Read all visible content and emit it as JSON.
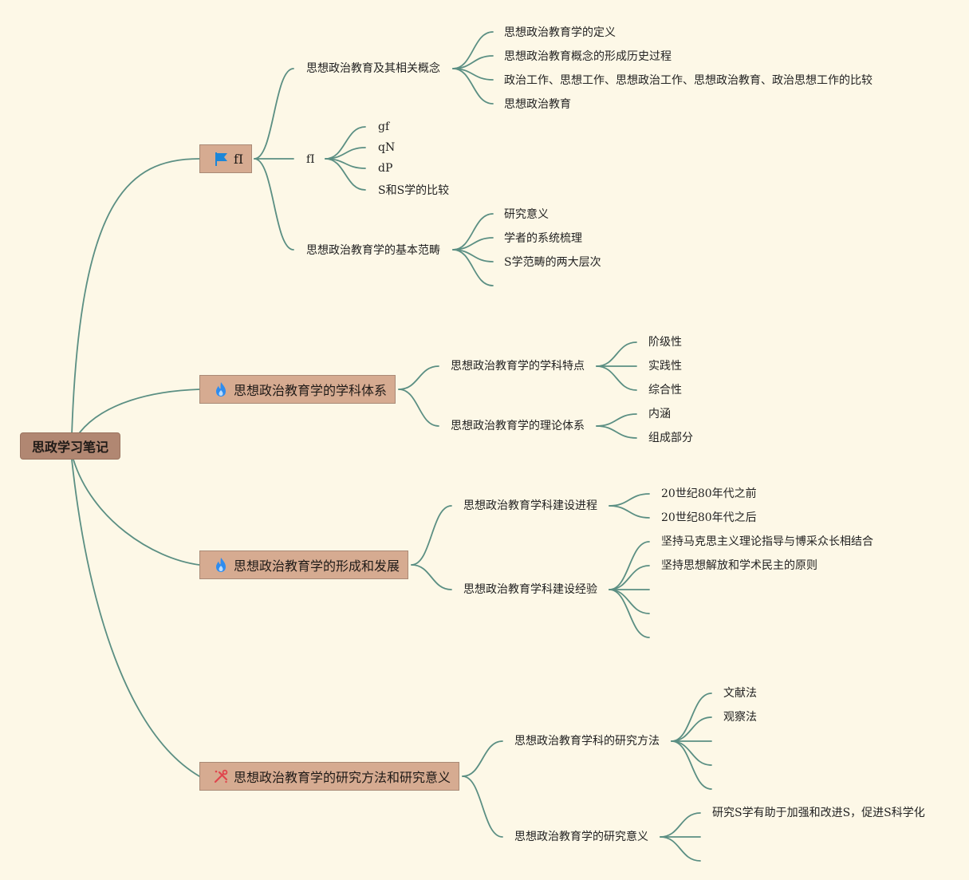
{
  "root": {
    "label": "思政学习笔记"
  },
  "branches": [
    {
      "label": "fI",
      "icon": "flag-icon",
      "children": [
        {
          "label": "思想政治教育及其相关概念",
          "children": [
            "思想政治教育学的定义",
            "思想政治教育概念的形成历史过程",
            "政治工作、思想工作、思想政治工作、思想政治教育、政治思想工作的比较",
            "思想政治教育"
          ]
        },
        {
          "label": "fI",
          "children": [
            "gf",
            "qN",
            "dP",
            "S和S学的比较"
          ]
        },
        {
          "label": "思想政治教育学的基本范畴",
          "children": [
            "研究意义",
            "学者的系统梳理",
            "S学范畴的两大层次",
            ""
          ]
        }
      ]
    },
    {
      "label": "思想政治教育学的学科体系",
      "icon": "fire-icon",
      "children": [
        {
          "label": "思想政治教育学的学科特点",
          "children": [
            "阶级性",
            "实践性",
            "综合性"
          ]
        },
        {
          "label": "思想政治教育学的理论体系",
          "children": [
            "内涵",
            "组成部分"
          ]
        }
      ]
    },
    {
      "label": "思想政治教育学的形成和发展",
      "icon": "fire-icon",
      "children": [
        {
          "label": "思想政治教育学科建设进程",
          "children": [
            "20世纪80年代之前",
            "20世纪80年代之后"
          ]
        },
        {
          "label": "思想政治教育学科建设经验",
          "children": [
            "坚持马克思主义理论指导与博采众长相结合",
            "坚持思想解放和学术民主的原则",
            "",
            "",
            ""
          ]
        }
      ]
    },
    {
      "label": "思想政治教育学的研究方法和研究意义",
      "icon": "tools-icon",
      "children": [
        {
          "label": "思想政治教育学科的研究方法",
          "children": [
            "文献法",
            "观察法",
            "",
            "",
            ""
          ]
        },
        {
          "label": "思想政治教育学的研究意义",
          "children": [
            "研究S学有助于加强和改进S，促进S科学化",
            "",
            ""
          ]
        }
      ]
    }
  ],
  "colors": {
    "background": "#fdf8e7",
    "edge": "#5b8f83",
    "root_fill": "#b18772",
    "branch_fill": "#d6ab91",
    "flag_icon": "#1b86d8",
    "fire_icon": "#2d8cf0",
    "tools_icon": "#e0454d"
  }
}
